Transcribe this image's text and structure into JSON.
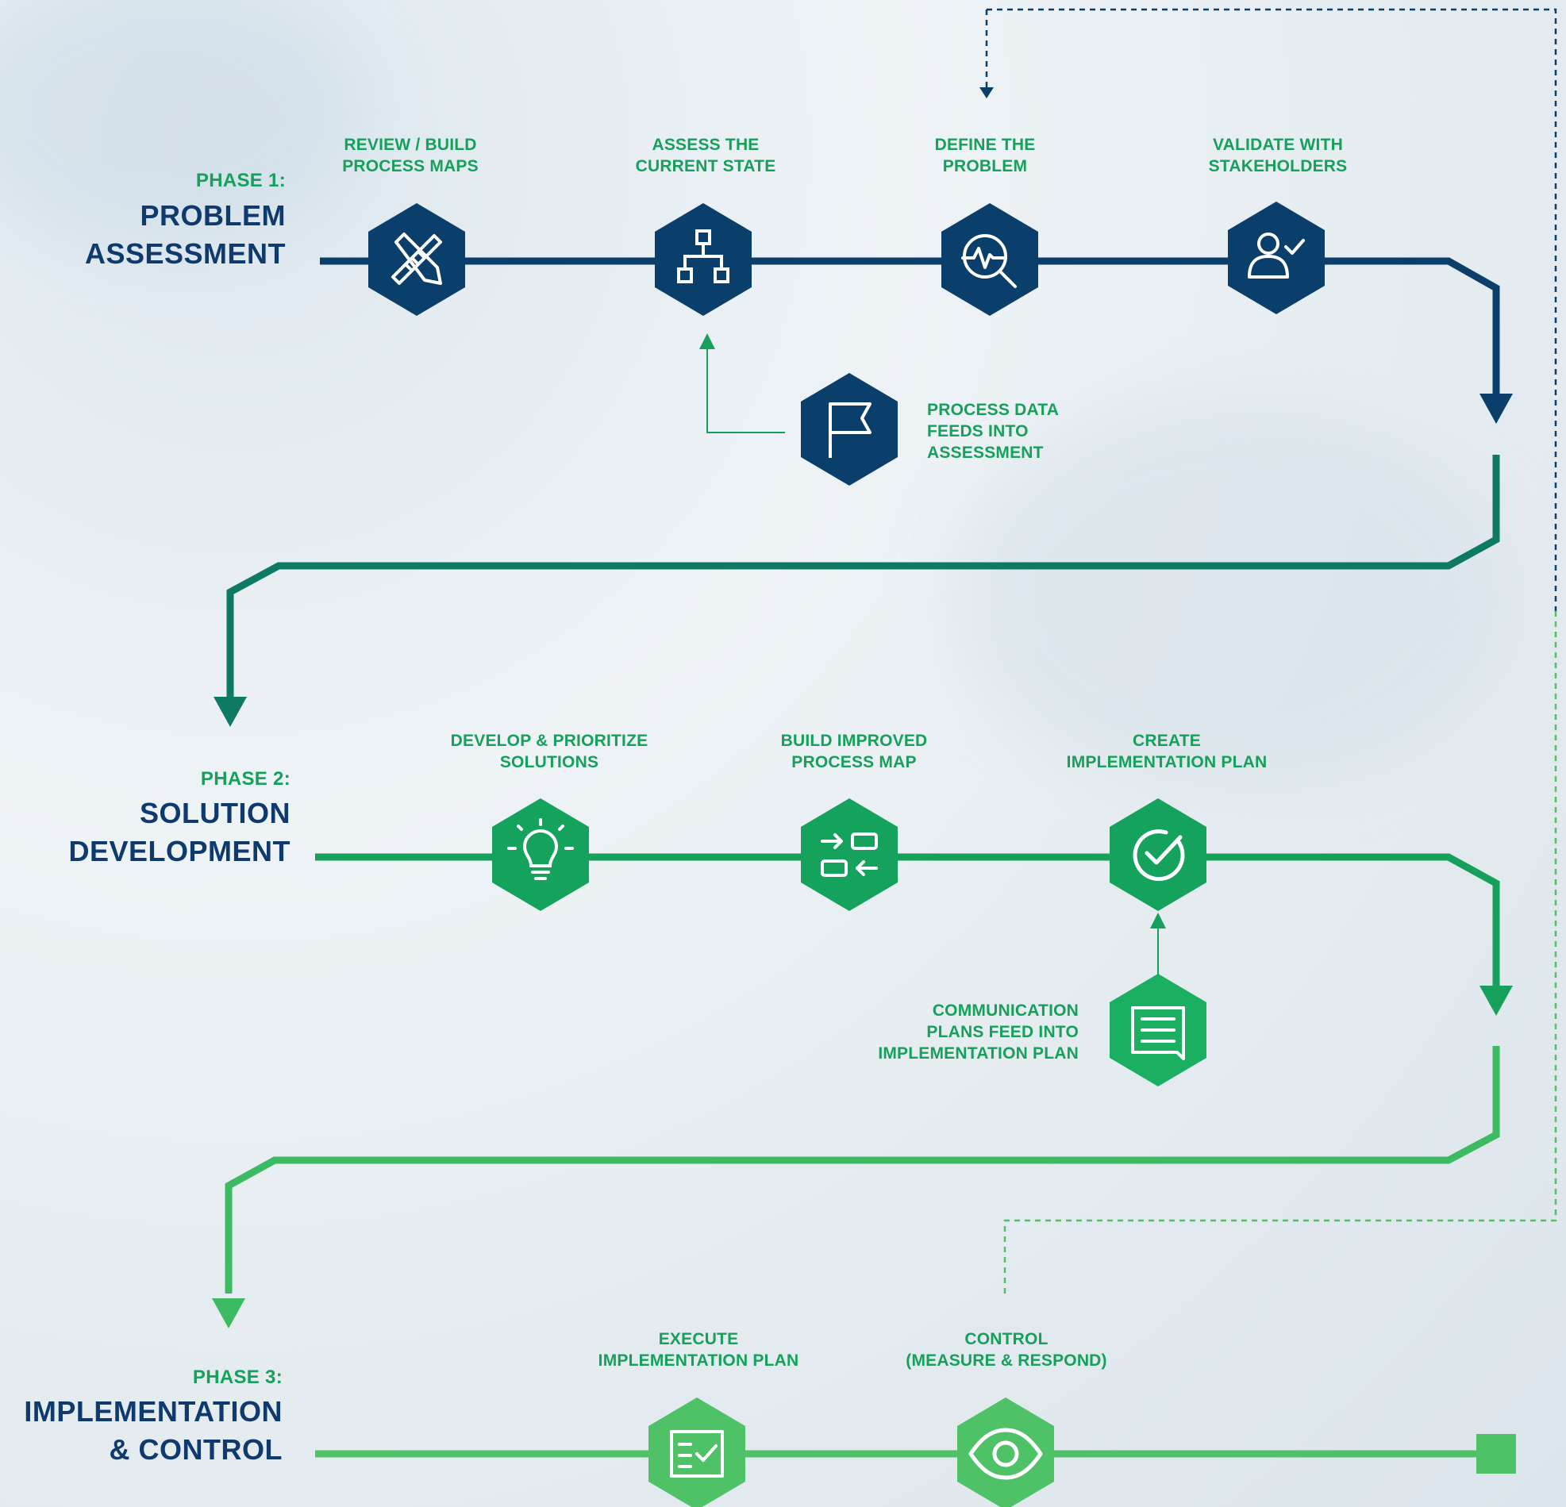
{
  "phases": [
    {
      "number": "PHASE 1:",
      "title": "PROBLEM\nASSESSMENT"
    },
    {
      "number": "PHASE 2:",
      "title": "SOLUTION\nDEVELOPMENT"
    },
    {
      "number": "PHASE 3:",
      "title": "IMPLEMENTATION\n& CONTROL"
    }
  ],
  "steps": {
    "review_build": "REVIEW / BUILD\nPROCESS MAPS",
    "assess_state": "ASSESS THE\nCURRENT STATE",
    "define_problem": "DEFINE THE\nPROBLEM",
    "validate": "VALIDATE WITH\nSTAKEHOLDERS",
    "process_data": "PROCESS DATA\nFEEDS INTO\nASSESSMENT",
    "develop_prioritize": "DEVELOP & PRIORITIZE\nSOLUTIONS",
    "build_improved": "BUILD IMPROVED\nPROCESS MAP",
    "create_plan": "CREATE\nIMPLEMENTATION PLAN",
    "communication": "COMMUNICATION\nPLANS FEED INTO\nIMPLEMENTATION PLAN",
    "execute": "EXECUTE\nIMPLEMENTATION PLAN",
    "control": "CONTROL\n(MEASURE & RESPOND)"
  },
  "colors": {
    "navy": "#0b3f6b",
    "teal": "#0e7a64",
    "green": "#16a05c",
    "light_green": "#4fc267",
    "title_navy": "#0f3a6e"
  },
  "icons": [
    "tools-icon",
    "hierarchy-icon",
    "magnify-pulse-icon",
    "user-check-icon",
    "flag-icon",
    "lightbulb-icon",
    "swap-icon",
    "check-circle-icon",
    "chat-icon",
    "checklist-icon",
    "eye-icon"
  ]
}
